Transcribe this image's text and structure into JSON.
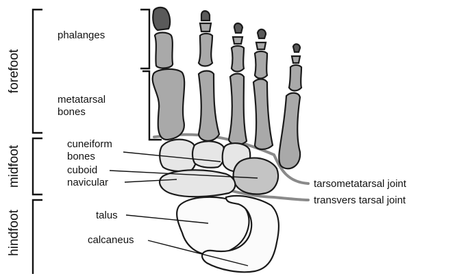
{
  "regions": {
    "forefoot": "forefoot",
    "midfoot": "midfoot",
    "hindfoot": "hindfoot"
  },
  "labels": {
    "phalanges": "phalanges",
    "metatarsal_1": "metatarsal",
    "metatarsal_2": "bones",
    "cuneiform_1": "cuneiform",
    "cuneiform_2": "bones",
    "cuboid": "cuboid",
    "navicular": "navicular",
    "talus": "talus",
    "calcaneus": "calcaneus",
    "tarsometatarsal_joint": "tarsometatarsal joint",
    "transverse_tarsal_joint": "transvers tarsal joint"
  },
  "colors": {
    "bone_dark": "#a9a9a9",
    "bone_light": "#e6e6e6",
    "joint_line": "#8a8a8a"
  }
}
